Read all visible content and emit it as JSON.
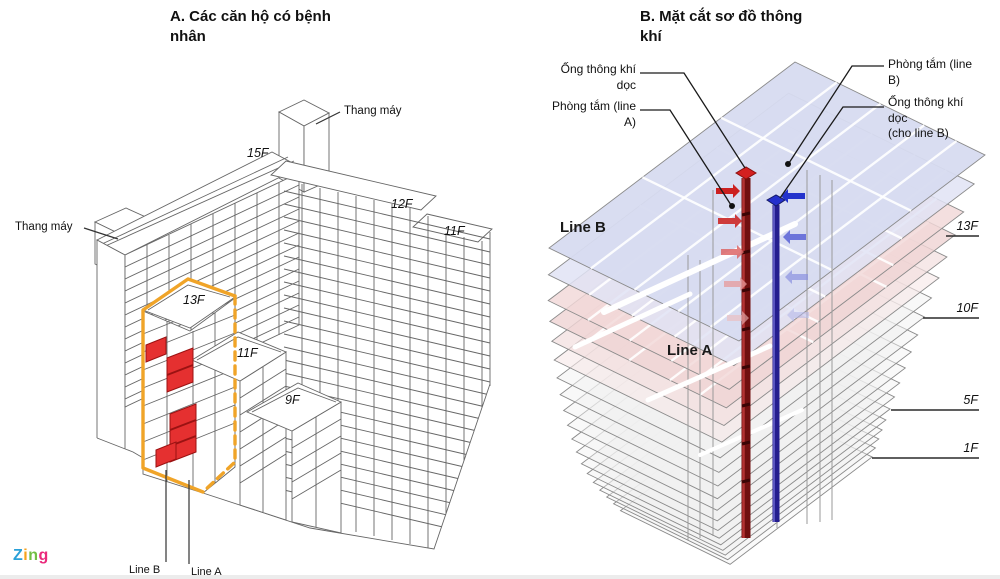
{
  "panel_a": {
    "title": "A. Các căn hộ có bệnh\nnhân",
    "elevator_top": "Thang máy",
    "elevator_left": "Thang máy",
    "roofs": {
      "wing_top": "15F",
      "wing_12": "12F",
      "wing_11": "11F",
      "front_13": "13F",
      "front_11": "11F",
      "front_9": "9F"
    },
    "line_b": "Line B",
    "line_a": "Line A"
  },
  "panel_b": {
    "title": "B. Mặt cắt sơ đồ thông\nkhí",
    "callouts": {
      "duct_a": "Ống thông khí\ndọc",
      "bath_a": "Phòng tắm (line\nA)",
      "bath_b": "Phòng tắm (line\nB)",
      "duct_b": "Ống thông khí\ndọc\n(cho line B)"
    },
    "zones": {
      "line_b": "Line B",
      "line_a": "Line A"
    },
    "floors": {
      "f13": "13F",
      "f10": "10F",
      "f5": "5F",
      "f1": "1F"
    }
  },
  "brand": {
    "z": "Z",
    "i": "i",
    "n": "n",
    "g": "g"
  },
  "colors": {
    "highlight_orange": "#F0A428",
    "case_red": "#E53030",
    "duct_red": "#701010",
    "duct_blue": "#241D8F",
    "plate_lavender": "#D7DBF0",
    "plate_pink": "#F1D8D8",
    "brand_z": "#29A0D8",
    "brand_i": "#F6A21D",
    "brand_n": "#72BF44",
    "brand_g": "#EA2A7C"
  }
}
